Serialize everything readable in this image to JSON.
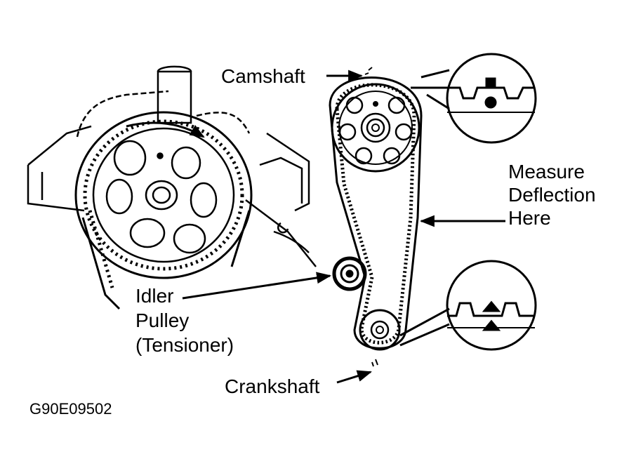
{
  "labels": {
    "camshaft": "Camshaft",
    "measure_line1": "Measure",
    "measure_line2": "Deflection",
    "measure_line3": "Here",
    "idler_line1": "Idler",
    "idler_line2": "Pulley",
    "idler_line3": "(Tensioner)",
    "crankshaft": "Crankshaft"
  },
  "figure_code": "G90E09502",
  "colors": {
    "ink": "#000000",
    "paper": "#ffffff"
  }
}
